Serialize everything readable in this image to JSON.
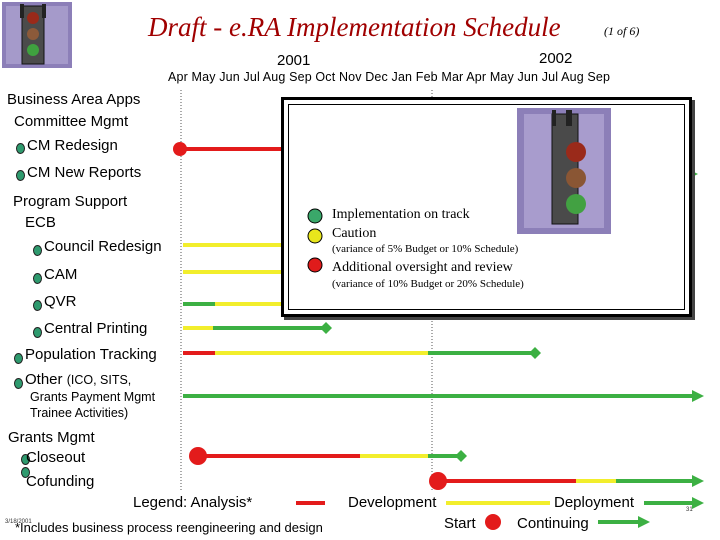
{
  "header": {
    "title": "Draft - e.RA Implementation Schedule",
    "page_of": "(1 of 6)",
    "year_2001": "2001",
    "year_2002": "2002",
    "months": "Apr May Jun Jul Aug Sep Oct Nov Dec Jan Feb Mar Apr May Jun Jul Aug Sep"
  },
  "rows": {
    "business_area_apps": "Business Area Apps",
    "committee_mgmt": "Committee Mgmt",
    "cm_redesign": "CM Redesign",
    "cm_new_reports": "CM New Reports",
    "program_support": "Program Support",
    "ecb": "ECB",
    "council_redesign": "Council Redesign",
    "cam": "CAM",
    "qvr": "QVR",
    "central_printing": "Central Printing",
    "population_tracking": "Population Tracking",
    "other": "Other",
    "other_detail": "(ICO, SITS,",
    "grants_payment_line1": "Grants Payment Mgmt",
    "grants_payment_line2": "Trainee Activities)",
    "grants_mgmt": "Grants Mgmt",
    "closeout": "Closeout",
    "cofunding": "Cofunding"
  },
  "status_legend": {
    "on_track": "Implementation on track",
    "caution": "Caution",
    "caution_detail": "(variance of 5% Budget or 10% Schedule)",
    "oversight": "Additional oversight and review",
    "oversight_detail": "(variance of 10% Budget or 20% Schedule)"
  },
  "legend": {
    "label": "Legend: Analysis*",
    "development": "Development",
    "deployment": "Deployment",
    "start": "Start",
    "continuing": "Continuing",
    "footnote": "*Includes business process reengineering and design"
  },
  "footer": {
    "date": "3/18/2001",
    "page": "31"
  },
  "colors": {
    "analysis": "#e31b1b",
    "development": "#f2ee2c",
    "deployment": "#3cb043",
    "title": "#a00000",
    "bullet": "#2e9a6e"
  },
  "icons": [
    "traffic-light-icon",
    "status-green-icon",
    "status-yellow-icon",
    "status-red-icon",
    "start-dot-icon",
    "milestone-diamond-icon",
    "arrow-continuing-icon"
  ]
}
